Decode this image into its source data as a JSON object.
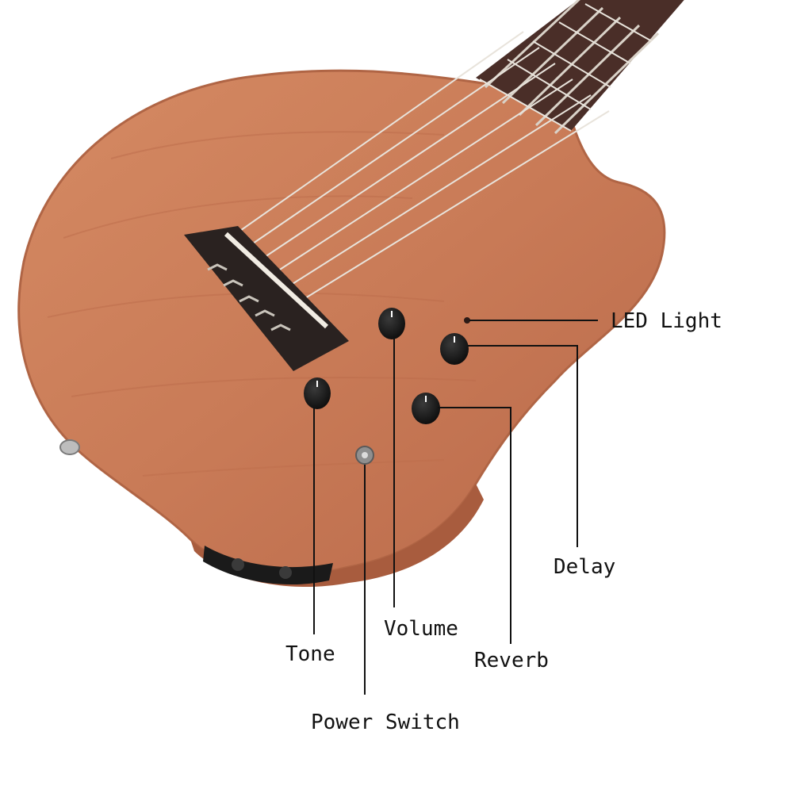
{
  "labels": {
    "led_light": "LED Light",
    "delay": "Delay",
    "reverb": "Reverb",
    "volume": "Volume",
    "tone": "Tone",
    "power_switch": "Power Switch"
  },
  "colors": {
    "body_wood": "#c87a56",
    "body_edge": "#b76a49",
    "fretboard": "#4a2e28",
    "bridge": "#2a2220",
    "knob": "#151515",
    "callout_line": "#111111",
    "string": "#e6e1da"
  }
}
